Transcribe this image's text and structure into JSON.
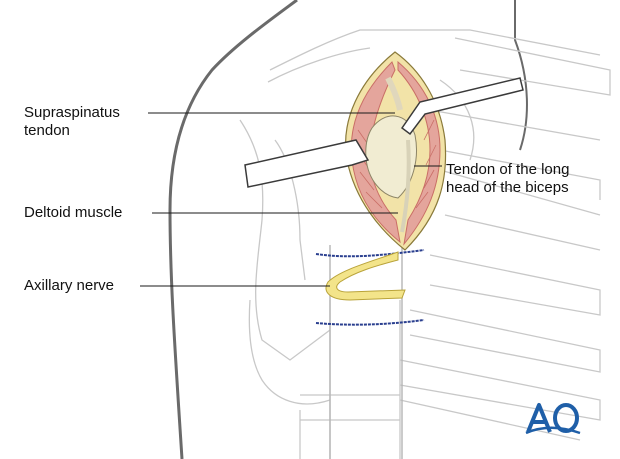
{
  "labels": {
    "supraspinatus": {
      "line1": "Supraspinatus",
      "line2": "tendon"
    },
    "biceps": {
      "line1": "Tendon of the long",
      "line2": "head of the biceps"
    },
    "deltoid": "Deltoid muscle",
    "axillary": "Axillary nerve"
  },
  "logo": {
    "text": "AO",
    "color": "#1f5fa8"
  },
  "colors": {
    "outline": "#4a4a4a",
    "skeleton": "#c8c8c8",
    "muscle": "#e4a59c",
    "muscle_dark": "#c96e66",
    "nerve": "#f3e48a",
    "suture": "#2a3f8f",
    "humeral_head": "#f1ecd2"
  }
}
